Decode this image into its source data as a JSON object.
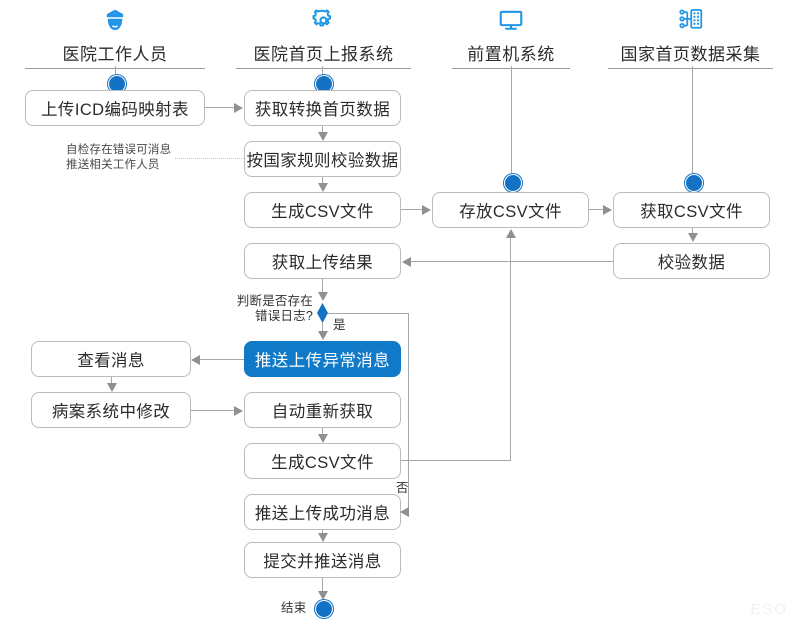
{
  "lanes": [
    {
      "icon": "nurse-icon",
      "title": "医院工作人员"
    },
    {
      "icon": "gear-icon",
      "title": "医院首页上报系统"
    },
    {
      "icon": "monitor-icon",
      "title": "前置机系统"
    },
    {
      "icon": "server-network-icon",
      "title": "国家首页数据采集"
    }
  ],
  "nodes": {
    "upload_icd": "上传ICD编码映射表",
    "fetch_convert": "获取转换首页数据",
    "validate_national": "按国家规则校验数据",
    "gen_csv_1": "生成CSV文件",
    "store_csv": "存放CSV文件",
    "fetch_csv": "获取CSV文件",
    "get_upload_result": "获取上传结果",
    "validate_data": "校验数据",
    "push_error_msg": "推送上传异常消息",
    "view_message": "查看消息",
    "edit_in_emr": "病案系统中修改",
    "auto_refetch": "自动重新获取",
    "gen_csv_2": "生成CSV文件",
    "push_success_msg": "推送上传成功消息",
    "submit_push_msg": "提交并推送消息"
  },
  "annotations": {
    "self_check_line1": "自检存在错误可消息",
    "self_check_line2": "推送相关工作人员",
    "decision_line1": "判断是否存在",
    "decision_line2": "错误日志?",
    "branch_yes": "是",
    "branch_no": "否",
    "end_label": "结束"
  },
  "watermark": "ESO",
  "colors": {
    "accent": "#1079c8",
    "icon_blue": "#2196e8",
    "node_border": "#b9bcbe",
    "connector": "#a5a8aa",
    "text": "#2b2b2b"
  }
}
